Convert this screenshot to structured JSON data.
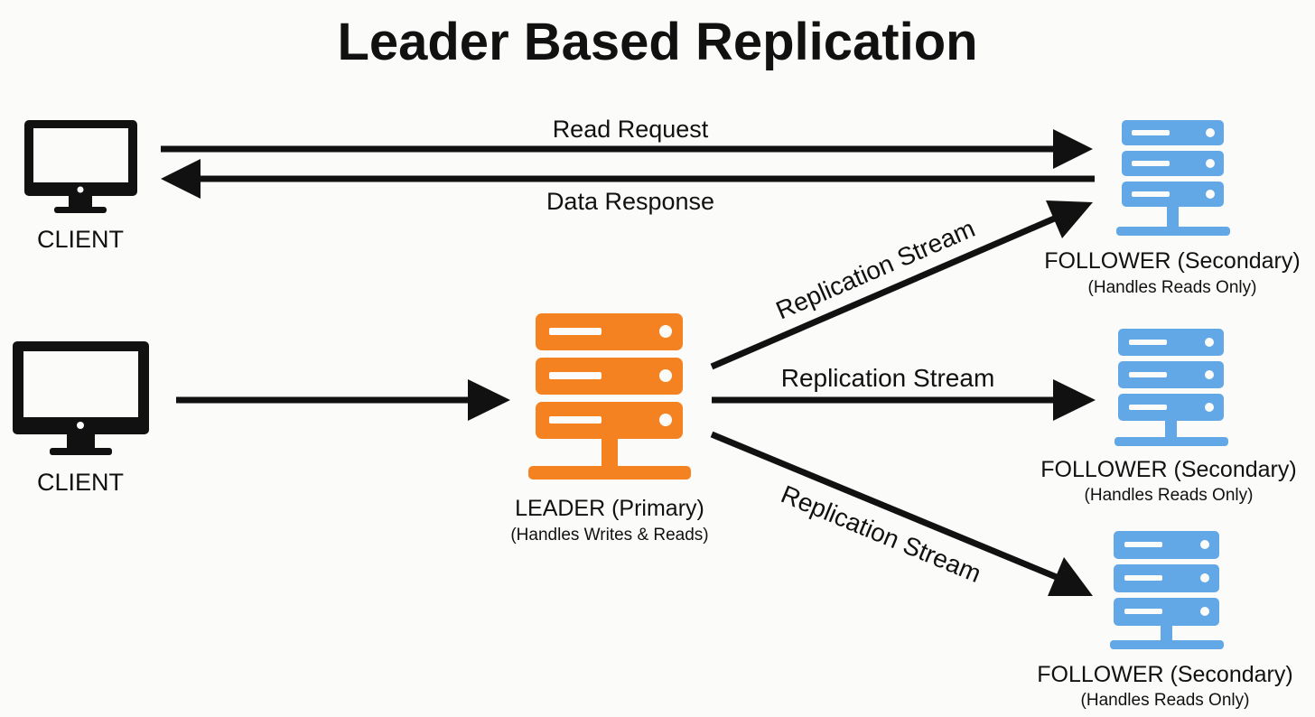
{
  "title": "Leader Based Replication",
  "colors": {
    "leader": "#f58220",
    "follower": "#62a7e6",
    "ink": "#111111",
    "background": "#fbfbf9"
  },
  "clients": [
    {
      "label": "CLIENT",
      "icon": "monitor-icon"
    },
    {
      "label": "CLIENT",
      "icon": "monitor-icon"
    }
  ],
  "leader": {
    "label": "LEADER (Primary)",
    "sublabel": "(Handles Writes & Reads)",
    "icon": "server-icon"
  },
  "followers": [
    {
      "label": "FOLLOWER (Secondary)",
      "sublabel": "(Handles Reads Only)",
      "icon": "server-icon"
    },
    {
      "label": "FOLLOWER (Secondary)",
      "sublabel": "(Handles Reads Only)",
      "icon": "server-icon"
    },
    {
      "label": "FOLLOWER (Secondary)",
      "sublabel": "(Handles Reads Only)",
      "icon": "server-icon"
    }
  ],
  "arrows": {
    "read_request": "Read Request",
    "data_response": "Data Response",
    "replication": [
      "Replication Stream",
      "Replication Stream",
      "Replication Stream"
    ]
  }
}
